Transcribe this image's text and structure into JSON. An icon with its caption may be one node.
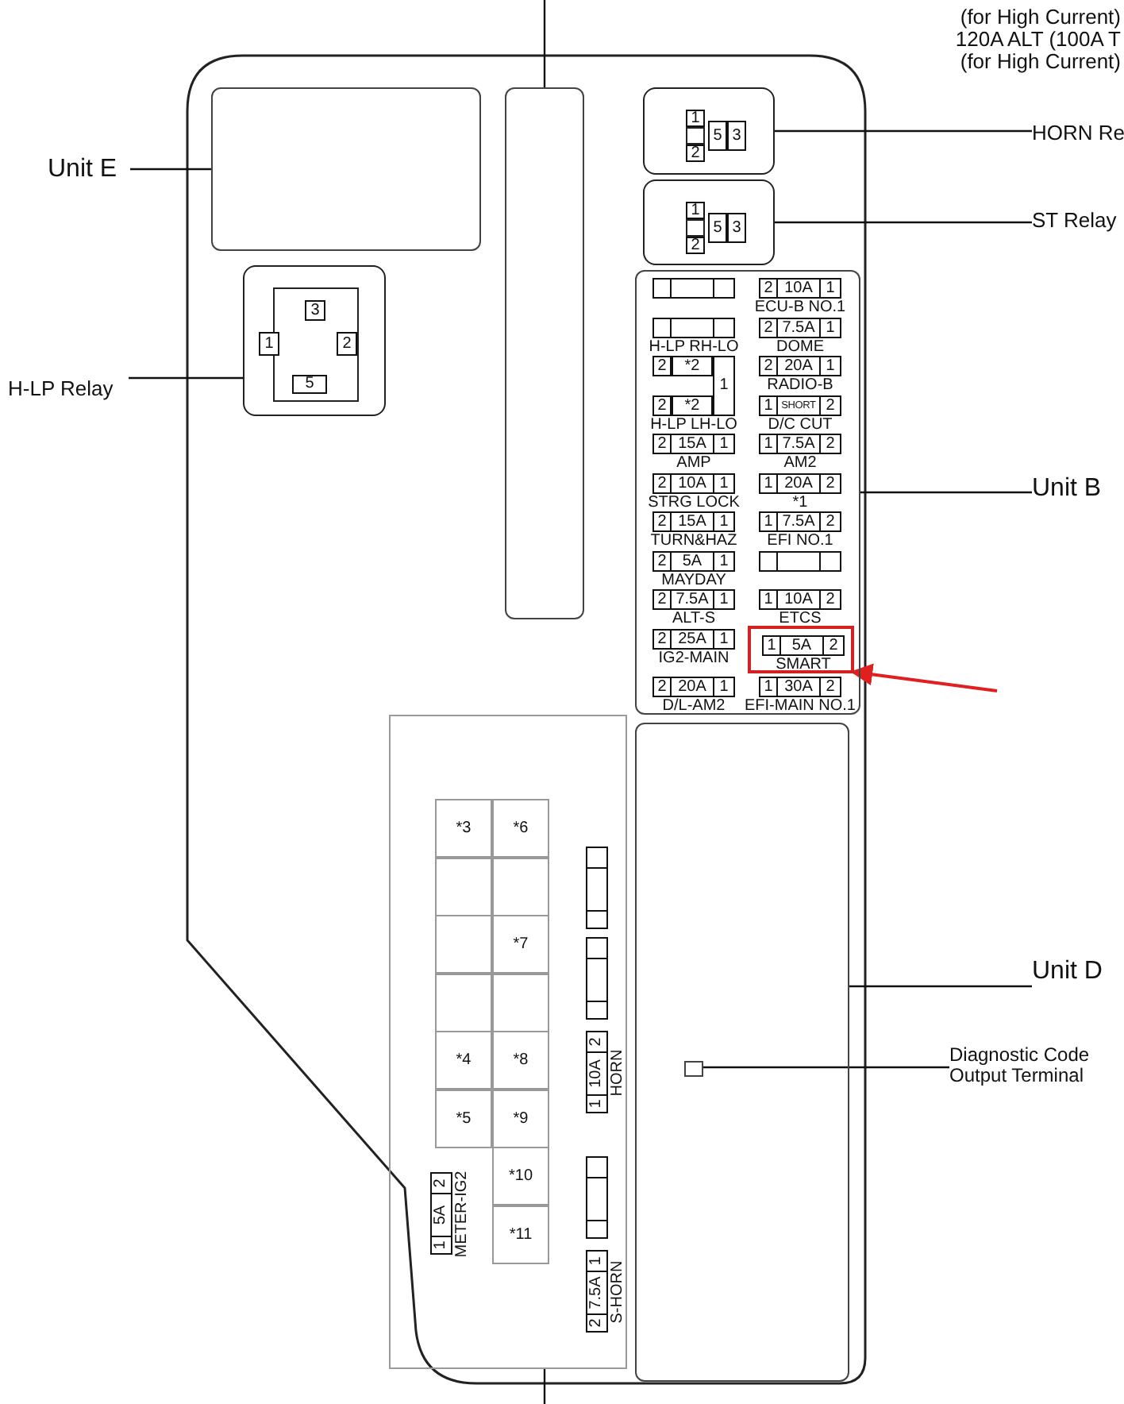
{
  "diagram": {
    "nodes": [
      {
        "text": [
          "Unit E"
        ]
      },
      {
        "text": [],
        "shape": "box"
      },
      {
        "text": [
          "H-LP Relay"
        ]
      },
      {
        "text": [
          "3",
          "1",
          "2",
          "5"
        ]
      },
      {
        "text": [
          "HORN Re"
        ]
      },
      {
        "text": [
          "1",
          "2",
          "5",
          "3"
        ]
      },
      {
        "text": [
          "ST Relay"
        ]
      },
      {
        "text": [
          "1",
          "2",
          "5",
          "3"
        ]
      },
      {
        "text": [
          "Unit B"
        ]
      },
      {
        "text": [],
        "shape": "box"
      },
      {
        "text": [],
        "shape": "box",
        "in": 9
      },
      {
        "text": [
          "2",
          "10A",
          "1"
        ],
        "beside": [
          "ECU-B NO.1"
        ],
        "in": 9
      },
      {
        "text": [],
        "shape": "box",
        "beside": [
          "H-LP RH-LO"
        ],
        "in": 9
      },
      {
        "text": [
          "2",
          "7.5A",
          "1"
        ],
        "beside": [
          "DOME"
        ],
        "in": 9
      },
      {
        "text": [
          "2",
          "*2",
          "1",
          "2",
          "*2"
        ],
        "beside": [
          "H-LP LH-LO"
        ],
        "in": 9
      },
      {
        "text": [
          "2",
          "20A",
          "1"
        ],
        "beside": [
          "RADIO-B"
        ],
        "in": 9
      },
      {
        "text": [
          "1",
          "SHORT",
          "2"
        ],
        "beside": [
          "D/C CUT"
        ],
        "in": 9
      },
      {
        "text": [
          "2",
          "15A",
          "1"
        ],
        "beside": [
          "AMP"
        ],
        "in": 9
      },
      {
        "text": [
          "1",
          "7.5A",
          "2"
        ],
        "beside": [
          "AM2"
        ],
        "in": 9
      },
      {
        "text": [
          "2",
          "10A",
          "1"
        ],
        "beside": [
          "STRG LOCK"
        ],
        "in": 9
      },
      {
        "text": [
          "1",
          "20A",
          "2"
        ],
        "beside": [
          "*1"
        ],
        "in": 9
      },
      {
        "text": [
          "2",
          "15A",
          "1"
        ],
        "beside": [
          "TURN&HAZ"
        ],
        "in": 9
      },
      {
        "text": [
          "1",
          "7.5A",
          "2"
        ],
        "beside": [
          "EFI NO.1"
        ],
        "in": 9
      },
      {
        "text": [
          "2",
          "5A",
          "1"
        ],
        "beside": [
          "MAYDAY"
        ],
        "in": 9
      },
      {
        "text": [],
        "shape": "box",
        "in": 9
      },
      {
        "text": [
          "2",
          "7.5A",
          "1"
        ],
        "beside": [
          "ALT-S"
        ],
        "in": 9
      },
      {
        "text": [
          "1",
          "10A",
          "2"
        ],
        "beside": [
          "ETCS"
        ],
        "in": 9
      },
      {
        "text": [
          "2",
          "25A",
          "1"
        ],
        "beside": [
          "IG2-MAIN"
        ],
        "in": 9
      },
      {
        "text": [],
        "shape": "box",
        "in": 9
      },
      {
        "text": [
          "1",
          "5A",
          "2"
        ],
        "beside": [
          "SMART"
        ],
        "in": 28
      },
      {
        "text": [
          "2",
          "20A",
          "1"
        ],
        "beside": [
          "D/L-AM2"
        ],
        "in": 9
      },
      {
        "text": [
          "1",
          "30A",
          "2"
        ],
        "beside": [
          "EFI-MAIN NO.1"
        ],
        "in": 9
      },
      {
        "text": [],
        "shape": "box"
      },
      {
        "text": [
          "Unit D"
        ]
      },
      {
        "text": [],
        "shape": "box"
      },
      {
        "text": [
          "Diagnostic Code Output Terminal"
        ]
      },
      {
        "text": [],
        "shape": "box",
        "in": 34
      },
      {
        "text": [],
        "shape": "box"
      },
      {
        "text": [
          "*3"
        ],
        "in": 37
      },
      {
        "text": [
          "*6"
        ],
        "in": 37
      },
      {
        "text": [],
        "shape": "box",
        "in": 37
      },
      {
        "text": [],
        "shape": "box",
        "in": 37
      },
      {
        "text": [],
        "shape": "box",
        "in": 37
      },
      {
        "text": [
          "*7"
        ],
        "in": 37
      },
      {
        "text": [],
        "shape": "box",
        "in": 37
      },
      {
        "text": [],
        "shape": "box",
        "in": 37
      },
      {
        "text": [
          "*4"
        ],
        "in": 37
      },
      {
        "text": [
          "*8"
        ],
        "in": 37
      },
      {
        "text": [
          "*5"
        ],
        "in": 37
      },
      {
        "text": [
          "*9"
        ],
        "in": 37
      },
      {
        "text": [
          "*10"
        ],
        "in": 37
      },
      {
        "text": [
          "*11"
        ],
        "in": 37
      },
      {
        "text": [],
        "shape": "box",
        "in": 37
      },
      {
        "text": [],
        "shape": "box",
        "in": 37
      },
      {
        "text": [
          "1",
          "10A",
          "2"
        ],
        "beside": [
          "HORN"
        ],
        "in": 37
      },
      {
        "text": [],
        "shape": "box",
        "in": 37
      },
      {
        "text": [
          "2",
          "7.5A",
          "1"
        ],
        "beside": [
          "S-HORN"
        ],
        "in": 37
      },
      {
        "text": [
          "1",
          "5A",
          "2"
        ],
        "beside": [
          "METER-IG2"
        ],
        "in": 37
      }
    ],
    "edges": [
      {
        "from": 0,
        "to": 1,
        "arrow": "none"
      },
      {
        "from": 2,
        "to": 3,
        "arrow": "none"
      },
      {
        "from": 4,
        "to": 5,
        "arrow": "none"
      },
      {
        "from": 6,
        "to": 7,
        "arrow": "none"
      },
      {
        "from": 8,
        "to": 9,
        "arrow": "none"
      },
      {
        "from": null,
        "to": 32,
        "arrow": "none"
      },
      {
        "from": null,
        "to": 28,
        "arrow": "to",
        "color": "#e02020"
      },
      {
        "from": 33,
        "to": 34,
        "arrow": "none"
      },
      {
        "from": 35,
        "to": 36,
        "arrow": "none"
      },
      {
        "from": null,
        "to": 37,
        "arrow": "none"
      }
    ],
    "labels": [
      "(for High Current)",
      "120A ALT (100A T",
      "(for High Current)"
    ]
  }
}
